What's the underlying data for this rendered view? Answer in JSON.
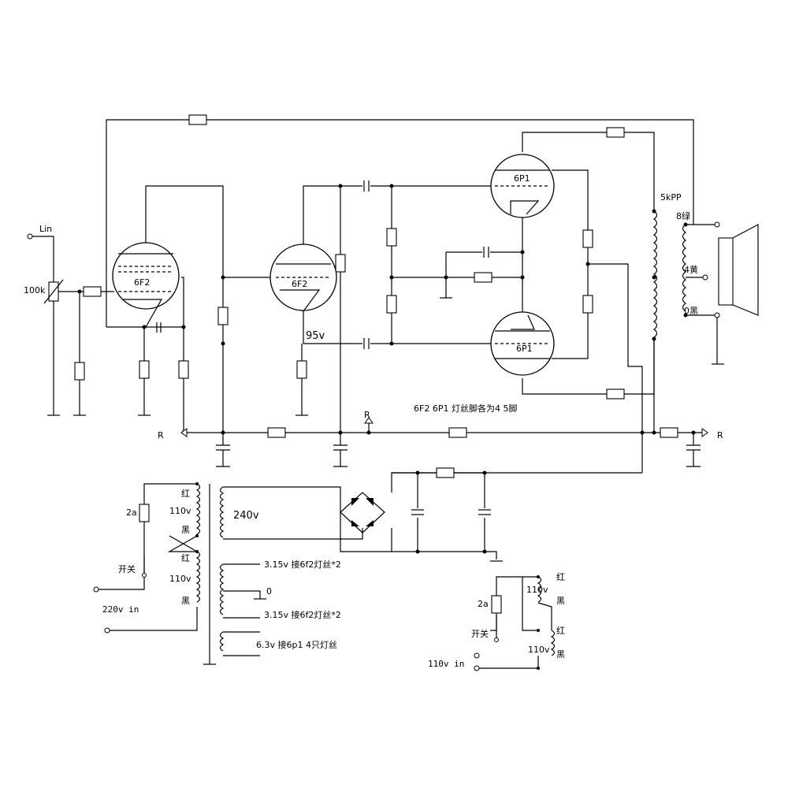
{
  "labels": {
    "input": "Lin",
    "volume_pot": "100k",
    "tube_v1": "6F2",
    "tube_v2": "6F2",
    "tube_top": "6P1",
    "tube_bottom": "6P1",
    "driver_voltage": "95v",
    "output_transformer": "5kPP",
    "tap_8": "8绿",
    "tap_4": "4黄",
    "tap_0": "0黑",
    "filament_note": "6F2  6P1 灯丝脚各为4  5脚",
    "r_left": "R",
    "r_mid": "R",
    "r_right": "R",
    "fuse_main": "2a",
    "red_1": "红",
    "v110_1": "110v",
    "black_1": "黑",
    "red_2": "红",
    "v110_2": "110v",
    "black_2": "黑",
    "switch_main": "开关",
    "mains_220": "220v in",
    "hv_secondary": "240v",
    "fil_1": "3.15v 接6f2灯丝*2",
    "fil_zero": "0",
    "fil_2": "3.15v 接6f2灯丝*2",
    "fil_3": "6.3v 接6p1 4只灯丝",
    "fuse_aux": "2a",
    "red_3": "红",
    "v110_3": "110v",
    "black_3": "黑",
    "red_4": "红",
    "v110_4": "110v",
    "black_4": "黑",
    "switch_aux": "开关",
    "mains_110": "110v in"
  }
}
